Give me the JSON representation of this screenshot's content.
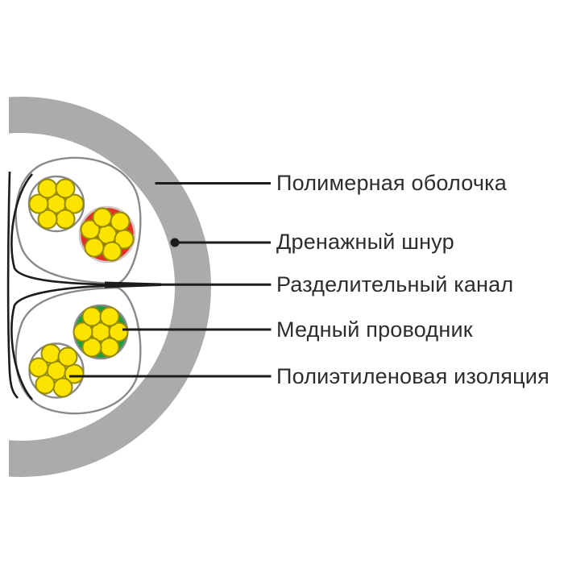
{
  "diagram": {
    "type": "cable-cross-section",
    "labels": [
      {
        "id": "polymer-sheath",
        "text": "Полимерная оболочка"
      },
      {
        "id": "drain-cord",
        "text": "Дренажный шнур"
      },
      {
        "id": "separation-channel",
        "text": "Разделительный канал"
      },
      {
        "id": "copper-conductor",
        "text": "Медный проводник"
      },
      {
        "id": "polyethylene-insulation",
        "text": "Полиэтиленовая изоляция"
      }
    ],
    "colors": {
      "sheath_gray": "#ABABAB",
      "outline_gray": "#8A8A8A",
      "conductor_red": "#E43026",
      "red_halo": "#D0C4C4",
      "conductor_green": "#18A03C",
      "strand_yellow": "#FCE400",
      "strand_outline": "#968A00",
      "line_black": "#1C1C1C",
      "text": "#2D2D2D"
    }
  }
}
